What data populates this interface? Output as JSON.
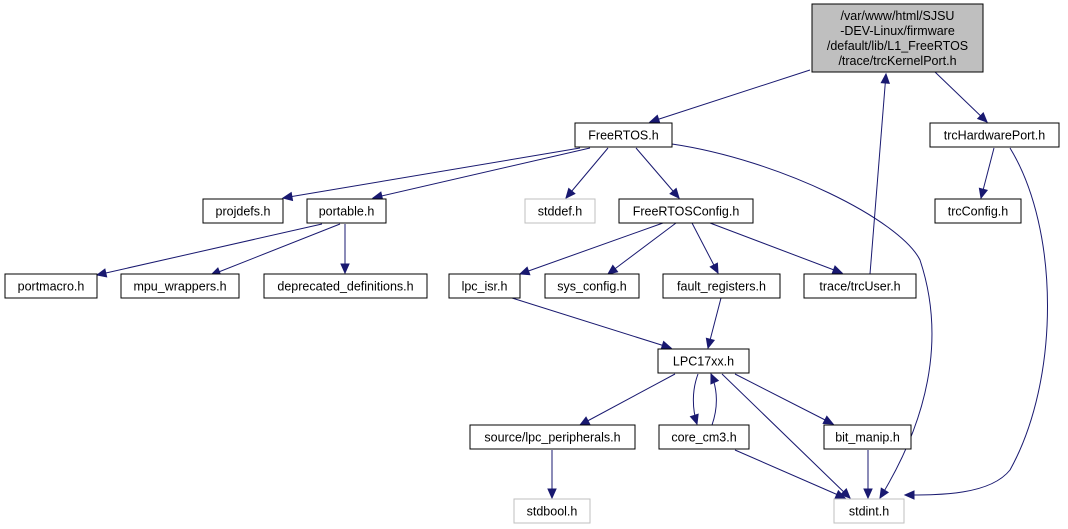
{
  "graph": {
    "colors": {
      "edge": "#191970",
      "node_border": "#000000",
      "node_border_dimmed": "#bfbfbf",
      "root_fill": "#bfbfbf",
      "node_fill": "#ffffff"
    },
    "nodes": {
      "root": {
        "lines": [
          "/var/www/html/SJSU",
          "-DEV-Linux/firmware",
          "/default/lib/L1_FreeRTOS",
          "/trace/trcKernelPort.h"
        ],
        "style": "root"
      },
      "freertos_h": {
        "label": "FreeRTOS.h",
        "style": "normal"
      },
      "trchardwareport_h": {
        "label": "trcHardwarePort.h",
        "style": "normal"
      },
      "projdefs_h": {
        "label": "projdefs.h",
        "style": "normal"
      },
      "portable_h": {
        "label": "portable.h",
        "style": "normal"
      },
      "stddef_h": {
        "label": "stddef.h",
        "style": "dimmed"
      },
      "freertosconfig_h": {
        "label": "FreeRTOSConfig.h",
        "style": "normal"
      },
      "trcconfig_h": {
        "label": "trcConfig.h",
        "style": "normal"
      },
      "portmacro_h": {
        "label": "portmacro.h",
        "style": "normal"
      },
      "mpu_wrappers_h": {
        "label": "mpu_wrappers.h",
        "style": "normal"
      },
      "deprecated_definitions_h": {
        "label": "deprecated_definitions.h",
        "style": "normal"
      },
      "lpc_isr_h": {
        "label": "lpc_isr.h",
        "style": "normal"
      },
      "sys_config_h": {
        "label": "sys_config.h",
        "style": "normal"
      },
      "fault_registers_h": {
        "label": "fault_registers.h",
        "style": "normal"
      },
      "trace_trcuser_h": {
        "label": "trace/trcUser.h",
        "style": "normal"
      },
      "lpc17xx_h": {
        "label": "LPC17xx.h",
        "style": "normal"
      },
      "source_lpc_peripherals_h": {
        "label": "source/lpc_peripherals.h",
        "style": "normal"
      },
      "core_cm3_h": {
        "label": "core_cm3.h",
        "style": "normal"
      },
      "bit_manip_h": {
        "label": "bit_manip.h",
        "style": "normal"
      },
      "stdbool_h": {
        "label": "stdbool.h",
        "style": "dimmed"
      },
      "stdint_h": {
        "label": "stdint.h",
        "style": "dimmed"
      }
    },
    "edges": [
      {
        "from": "root",
        "to": "freertos_h"
      },
      {
        "from": "root",
        "to": "trchardwareport_h"
      },
      {
        "from": "trace_trcuser_h",
        "to": "root"
      },
      {
        "from": "freertos_h",
        "to": "projdefs_h"
      },
      {
        "from": "freertos_h",
        "to": "portable_h"
      },
      {
        "from": "freertos_h",
        "to": "stddef_h"
      },
      {
        "from": "freertos_h",
        "to": "freertosconfig_h"
      },
      {
        "from": "freertos_h",
        "to": "stdint_h"
      },
      {
        "from": "portable_h",
        "to": "portmacro_h"
      },
      {
        "from": "portable_h",
        "to": "mpu_wrappers_h"
      },
      {
        "from": "portable_h",
        "to": "deprecated_definitions_h"
      },
      {
        "from": "freertosconfig_h",
        "to": "lpc_isr_h"
      },
      {
        "from": "freertosconfig_h",
        "to": "sys_config_h"
      },
      {
        "from": "freertosconfig_h",
        "to": "fault_registers_h"
      },
      {
        "from": "freertosconfig_h",
        "to": "trace_trcuser_h"
      },
      {
        "from": "trchardwareport_h",
        "to": "trcconfig_h"
      },
      {
        "from": "trchardwareport_h",
        "to": "stdint_h"
      },
      {
        "from": "lpc_isr_h",
        "to": "lpc17xx_h"
      },
      {
        "from": "fault_registers_h",
        "to": "lpc17xx_h"
      },
      {
        "from": "lpc17xx_h",
        "to": "source_lpc_peripherals_h"
      },
      {
        "from": "lpc17xx_h",
        "to": "core_cm3_h"
      },
      {
        "from": "core_cm3_h",
        "to": "lpc17xx_h"
      },
      {
        "from": "lpc17xx_h",
        "to": "bit_manip_h"
      },
      {
        "from": "lpc17xx_h",
        "to": "stdint_h"
      },
      {
        "from": "source_lpc_peripherals_h",
        "to": "stdbool_h"
      },
      {
        "from": "core_cm3_h",
        "to": "stdint_h"
      },
      {
        "from": "bit_manip_h",
        "to": "stdint_h"
      }
    ]
  }
}
